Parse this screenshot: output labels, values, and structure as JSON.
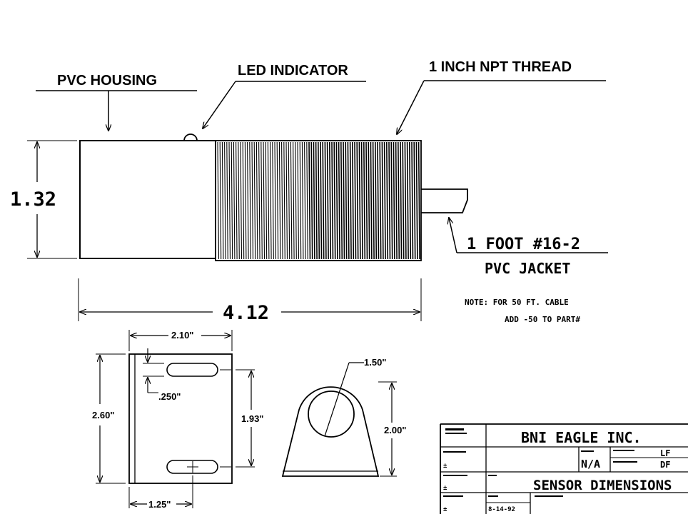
{
  "callouts": {
    "pvc_housing": "PVC HOUSING",
    "led_indicator": "LED INDICATOR",
    "npt_thread": "1 INCH NPT THREAD",
    "cable_line1": "1 FOOT #16-2",
    "cable_line2": "PVC JACKET"
  },
  "note": {
    "line1": "NOTE: FOR 50 FT. CABLE",
    "line2": "ADD -50 TO PART#"
  },
  "dimensions": {
    "height": "1.32",
    "length": "4.12",
    "bracket_width": "2.10\"",
    "bracket_height": "2.60\"",
    "slot_offset": ".250\"",
    "slot_spacing": "1.93\"",
    "bottom_offset": "1.25\"",
    "hole_diameter": "1.50\"",
    "mount_height": "2.00\""
  },
  "title_block": {
    "company": "BNI EAGLE INC.",
    "scale_value": "N/A",
    "initials_1": "LF",
    "initials_2": "DF",
    "title": "SENSOR DIMENSIONS",
    "date": "8-14-92",
    "plus_minus_1": "±",
    "plus_minus_2": "±",
    "plus_minus_3": "±"
  },
  "colors": {
    "ink": "#000000",
    "paper": "#ffffff"
  }
}
